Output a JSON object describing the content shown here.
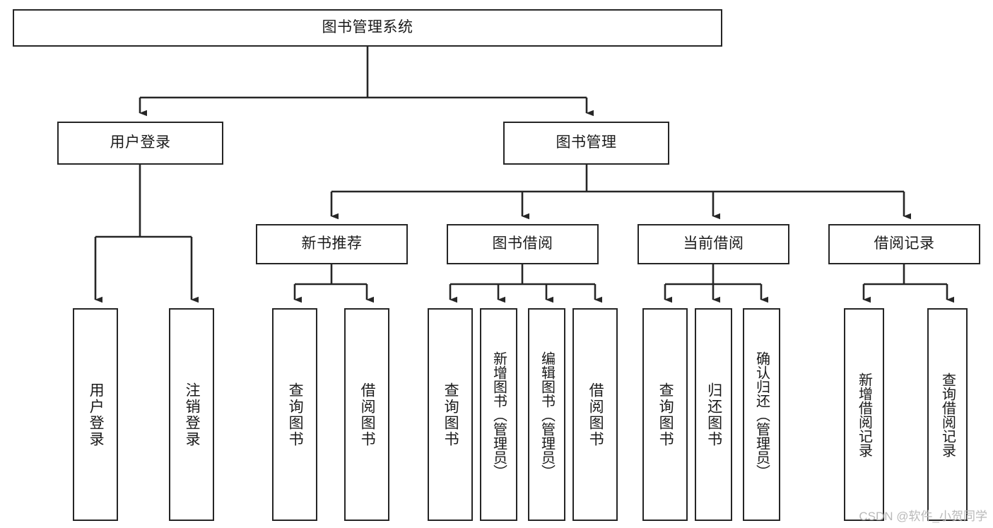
{
  "diagram": {
    "type": "tree-hierarchy-chart",
    "title": "图书管理系统",
    "colors": {
      "stroke": "#262626",
      "background": "#ffffff",
      "text": "#1a1a1a",
      "watermark": "#b9b9b9"
    },
    "root": {
      "label": "图书管理系统",
      "id": "root"
    },
    "level2": [
      {
        "id": "user-login",
        "label": "用户登录"
      },
      {
        "id": "book-management",
        "label": "图书管理"
      }
    ],
    "level3": [
      {
        "id": "new-book-recommend",
        "label": "新书推荐",
        "parent": "book-management"
      },
      {
        "id": "book-borrow",
        "label": "图书借阅",
        "parent": "book-management"
      },
      {
        "id": "current-borrow",
        "label": "当前借阅",
        "parent": "book-management"
      },
      {
        "id": "borrow-record",
        "label": "借阅记录",
        "parent": "book-management"
      }
    ],
    "leaves": {
      "user-login": [
        {
          "id": "leaf-user-login",
          "label": "用户登录"
        },
        {
          "id": "leaf-logout",
          "label": "注销登录"
        }
      ],
      "new-book-recommend": [
        {
          "id": "leaf-query-book-1",
          "label": "查询图书"
        },
        {
          "id": "leaf-borrow-book-1",
          "label": "借阅图书"
        }
      ],
      "book-borrow": [
        {
          "id": "leaf-query-book-2",
          "label": "查询图书"
        },
        {
          "id": "leaf-add-book",
          "label": "新增图书（管理员）"
        },
        {
          "id": "leaf-edit-book",
          "label": "编辑图书（管理员）"
        },
        {
          "id": "leaf-borrow-book-2",
          "label": "借阅图书"
        }
      ],
      "current-borrow": [
        {
          "id": "leaf-query-book-3",
          "label": "查询图书"
        },
        {
          "id": "leaf-return-book",
          "label": "归还图书"
        },
        {
          "id": "leaf-confirm-return",
          "label": "确认归还（管理员）"
        }
      ],
      "borrow-record": [
        {
          "id": "leaf-add-record",
          "label": "新增借阅记录"
        },
        {
          "id": "leaf-query-record",
          "label": "查询借阅记录"
        }
      ]
    }
  },
  "watermark": {
    "text": "CSDN @软件_小贺同学"
  }
}
